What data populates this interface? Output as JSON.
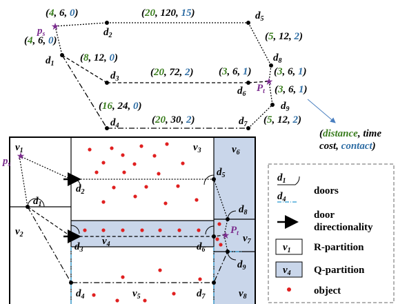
{
  "graph": {
    "nodes": {
      "ps": "p",
      "ps_sub": "s",
      "pt": "P",
      "pt_sub": "t",
      "d1": "d",
      "d1_sub": "1",
      "d2": "d",
      "d2_sub": "2",
      "d3": "d",
      "d3_sub": "3",
      "d4": "d",
      "d4_sub": "4",
      "d5": "d",
      "d5_sub": "5",
      "d6": "d",
      "d6_sub": "6",
      "d7": "d",
      "d7_sub": "7",
      "d8": "d",
      "d8_sub": "8",
      "d9": "d",
      "d9_sub": "9"
    },
    "edges": [
      {
        "id": "ps-d2",
        "distance": "4",
        "time": "6",
        "contact": "0"
      },
      {
        "id": "ps-d1",
        "distance": "4",
        "time": "6",
        "contact": "0"
      },
      {
        "id": "d2-d5",
        "distance": "20",
        "time": "120",
        "contact": "15"
      },
      {
        "id": "d1-d3",
        "distance": "8",
        "time": "12",
        "contact": "0"
      },
      {
        "id": "d3-d6",
        "distance": "20",
        "time": "72",
        "contact": "2"
      },
      {
        "id": "d1-d4",
        "distance": "16",
        "time": "24",
        "contact": "0"
      },
      {
        "id": "d4-d7",
        "distance": "20",
        "time": "30",
        "contact": "2"
      },
      {
        "id": "d5-d8",
        "distance": "5",
        "time": "12",
        "contact": "2"
      },
      {
        "id": "d6-pt",
        "distance": "3",
        "time": "6",
        "contact": "1"
      },
      {
        "id": "d8-pt",
        "distance": "3",
        "time": "6",
        "contact": "1"
      },
      {
        "id": "pt-d9",
        "distance": "3",
        "time": "6",
        "contact": "1"
      },
      {
        "id": "d7-d9",
        "distance": "5",
        "time": "12",
        "contact": "2"
      }
    ],
    "callout": {
      "line1_distance": "distance",
      "line1_sep": ", time",
      "line2_cost": "cost, ",
      "line2_contact": "contact",
      "open": "(",
      "close": ")"
    }
  },
  "floorplan": {
    "partitions": {
      "v1": "v",
      "v1_sub": "1",
      "v2": "v",
      "v2_sub": "2",
      "v3": "v",
      "v3_sub": "3",
      "v4": "v",
      "v4_sub": "4",
      "v5": "v",
      "v5_sub": "5",
      "v6": "v",
      "v6_sub": "6",
      "v7": "v",
      "v7_sub": "7",
      "v8": "v",
      "v8_sub": "8"
    }
  },
  "legend": {
    "doors_sym1": "d",
    "doors_sym1_sub": "1",
    "doors_sym2": "d",
    "doors_sym2_sub": "4",
    "doors": "doors",
    "door_dir_1": "door",
    "door_dir_2": "directionality",
    "r_sym": "v",
    "r_sym_sub": "1",
    "r_partition": "R-partition",
    "q_sym": "v",
    "q_sym_sub": "4",
    "q_partition": "Q-partition",
    "object": "object"
  },
  "colors": {
    "green": "#3a7d1e",
    "blue": "#2e6da4",
    "purple": "#7b2d8e",
    "qfill": "#c9d6ea",
    "red": "#e02020"
  }
}
